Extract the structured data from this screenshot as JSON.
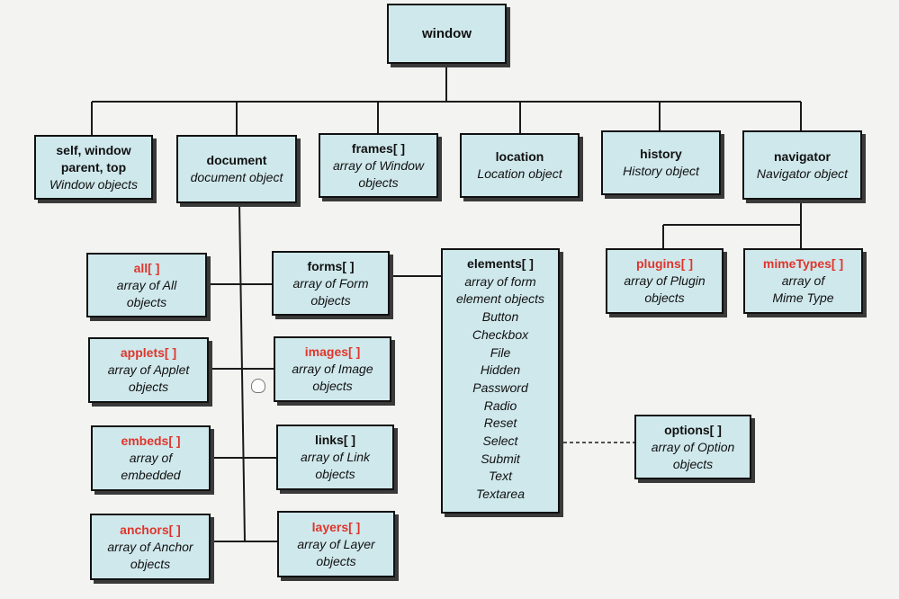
{
  "diagram": {
    "nodes": {
      "window": {
        "title": "window"
      },
      "self": {
        "title": "self, window",
        "title2": "parent, top",
        "desc": "Window objects"
      },
      "document": {
        "title": "document",
        "desc": "document object"
      },
      "frames": {
        "title": "frames[ ]",
        "desc": "array of Window",
        "desc2": "objects"
      },
      "location": {
        "title": "location",
        "desc": "Location object"
      },
      "history": {
        "title": "history",
        "desc": "History object"
      },
      "navigator": {
        "title": "navigator",
        "desc": "Navigator object"
      },
      "plugins": {
        "title": "plugins[ ]",
        "desc": "array of Plugin",
        "desc2": "objects"
      },
      "mimetypes": {
        "title": "mimeTypes[ ]",
        "desc": "array of",
        "desc2": "Mime Type"
      },
      "all": {
        "title": "all[ ]",
        "desc": "array of All",
        "desc2": "objects"
      },
      "applets": {
        "title": "applets[ ]",
        "desc": "array of Applet",
        "desc2": "objects"
      },
      "embeds": {
        "title": "embeds[ ]",
        "desc": "array of",
        "desc2": "embedded"
      },
      "anchors": {
        "title": "anchors[ ]",
        "desc": "array of Anchor",
        "desc2": "objects"
      },
      "forms": {
        "title": "forms[ ]",
        "desc": "array of Form",
        "desc2": "objects"
      },
      "images": {
        "title": "images[ ]",
        "desc": "array of Image",
        "desc2": "objects"
      },
      "links": {
        "title": "links[ ]",
        "desc": "array of Link",
        "desc2": "objects"
      },
      "layers": {
        "title": "layers[ ]",
        "desc": "array of Layer",
        "desc2": "objects"
      },
      "elements": {
        "title": "elements[ ]",
        "desc": "array of form",
        "desc2": "element objects",
        "items": [
          "Button",
          "Checkbox",
          "File",
          "Hidden",
          "Password",
          "Radio",
          "Reset",
          "Select",
          "Submit",
          "Text",
          "Textarea"
        ]
      },
      "options": {
        "title": "options[ ]",
        "desc": "array of Option",
        "desc2": "objects"
      }
    },
    "colors": {
      "box_fill": "#cfe8ec",
      "box_border": "#111111",
      "shadow": "#3a3a3a",
      "highlight_title": "#e0352b",
      "background": "#f3f3f1"
    }
  }
}
